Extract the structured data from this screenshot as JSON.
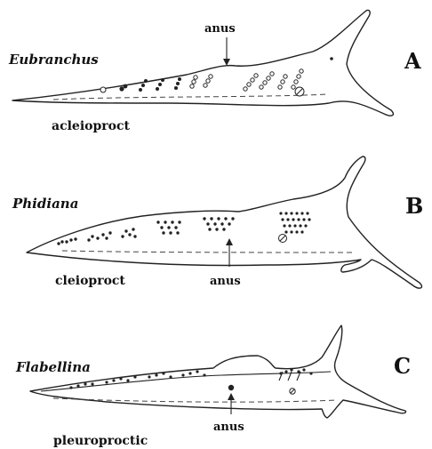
{
  "panels": [
    {
      "letter": "A",
      "genus": "Eubranchus",
      "term": "acleioproct",
      "anus_label": "anus"
    },
    {
      "letter": "B",
      "genus": "Phidiana",
      "term": "cleioproct",
      "anus_label": "anus"
    },
    {
      "letter": "C",
      "genus": "Flabellina",
      "term": "pleuroproctic",
      "anus_label": "anus"
    }
  ]
}
